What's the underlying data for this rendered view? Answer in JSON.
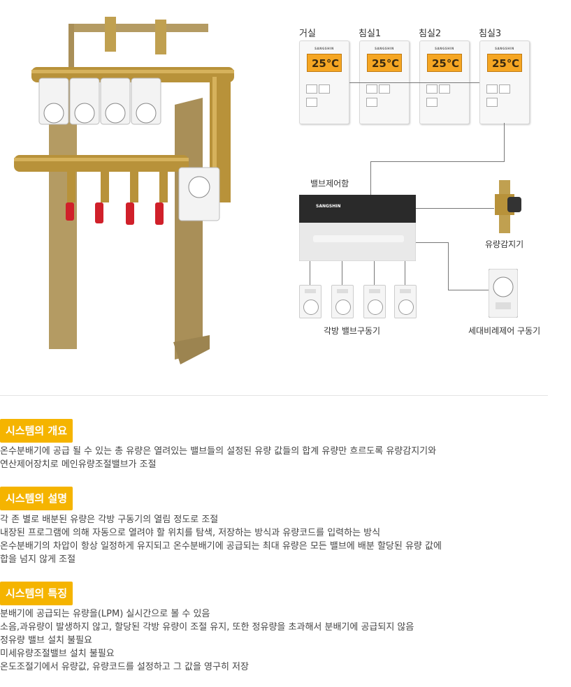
{
  "diagram": {
    "rooms": [
      "거실",
      "침실1",
      "침실2",
      "침실3"
    ],
    "thermostat_brand": "SANGSHIN",
    "thermostat_display": "25℃",
    "controller_label": "밸브제어함",
    "controller_brand": "SANGSHIN",
    "flow_sensor_label": "유량감지기",
    "actuators_label": "각방 밸브구동기",
    "proportional_label": "세대비례제어 구동기"
  },
  "sections": [
    {
      "heading": "시스템의 개요",
      "lines": [
        "온수분배기에 공급 될 수 있는 총 유량은 열려있는 밸브들의 설정된 유량 값들의 합계 유량만 흐르도록 유량감지기와",
        "연산제어장치로 메인유량조절밸브가 조절"
      ]
    },
    {
      "heading": "시스템의 설명",
      "lines": [
        "각 존 별로 배분된 유량은 각방 구동기의 열림 정도로 조절",
        "내장된 프로그램에 의해 자동으로 열려야 할 위치를 탐색, 저장하는 방식과 유량코드를 입력하는 방식",
        "온수분배기의 차압이 항상 일정하게 유지되고 온수분배기에 공급되는 최대 유량은 모든 밸브에 배분 할당된 유량 값에",
        "합을 넘지 않게 조절"
      ]
    },
    {
      "heading": "시스템의 특징",
      "lines": [
        "분배기에 공급되는 유량을(LPM) 실시간으로 볼 수 있음",
        "소음,과유량이 발생하지 않고, 할당된 각방 유량이 조절 유지, 또한 정유량을 초과해서 분배기에 공급되지 않음",
        "정유량 밸브 설치 불필요",
        "미세유량조절밸브 설치 불필요",
        "온도조절기에서 유량값, 유량코드를 설정하고 그 값을 영구히 저장"
      ]
    }
  ],
  "colors": {
    "badge": "#f5b400",
    "brass": "#b8923a",
    "stand": "#b49b63",
    "lcd": "#f5a623",
    "valve_handle": "#d0202a"
  }
}
